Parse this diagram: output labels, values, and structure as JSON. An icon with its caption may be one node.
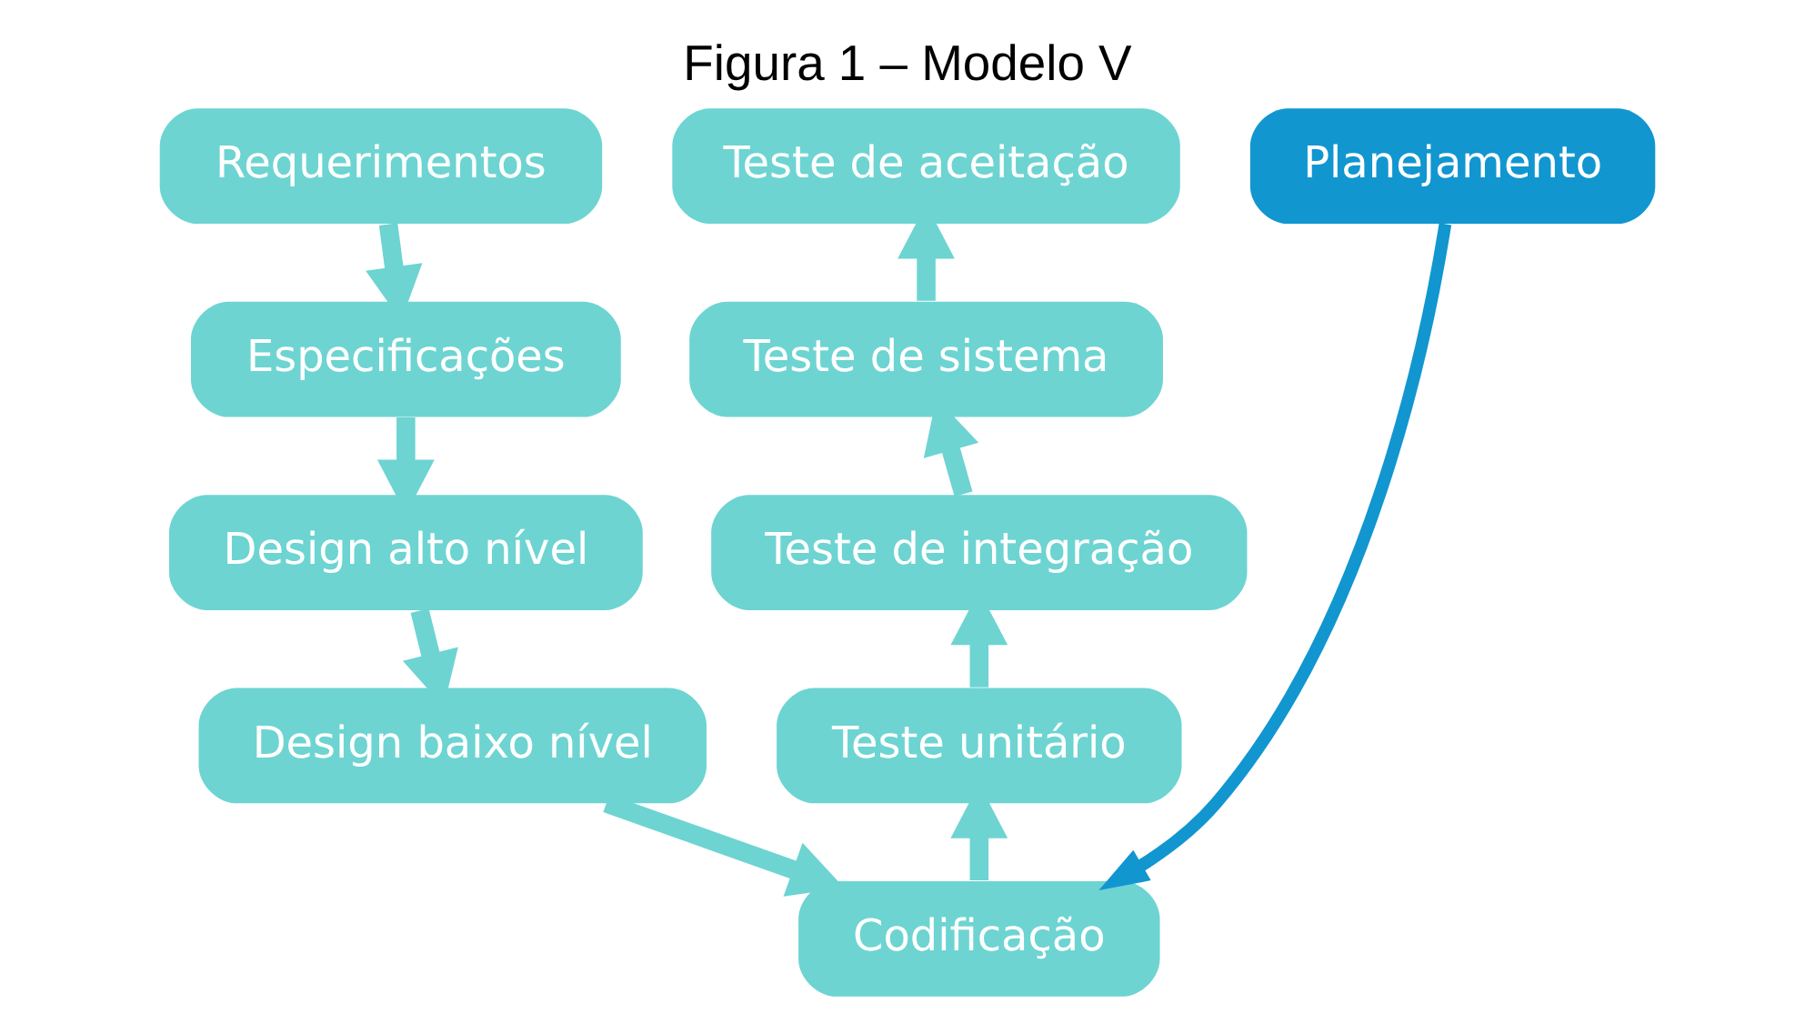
{
  "diagram": {
    "title": "Figura 1 – Modelo V",
    "nodes": [
      {
        "text": [
          "Requerimentos"
        ]
      },
      {
        "text": [
          "Especificações"
        ]
      },
      {
        "text": [
          "Design alto nível"
        ]
      },
      {
        "text": [
          "Design baixo nível"
        ]
      },
      {
        "text": [
          "Codificação"
        ]
      },
      {
        "text": [
          "Teste unitário"
        ]
      },
      {
        "text": [
          "Teste de integração"
        ]
      },
      {
        "text": [
          "Teste de sistema"
        ]
      },
      {
        "text": [
          "Teste de aceitação"
        ]
      },
      {
        "text": [
          "Planejamento"
        ]
      }
    ],
    "edges": [
      {
        "from": 0,
        "to": 1,
        "arrow": "to"
      },
      {
        "from": 1,
        "to": 2,
        "arrow": "to"
      },
      {
        "from": 2,
        "to": 3,
        "arrow": "to"
      },
      {
        "from": 3,
        "to": 4,
        "arrow": "to"
      },
      {
        "from": 4,
        "to": 5,
        "arrow": "to"
      },
      {
        "from": 5,
        "to": 6,
        "arrow": "to"
      },
      {
        "from": 6,
        "to": 7,
        "arrow": "to"
      },
      {
        "from": 7,
        "to": 8,
        "arrow": "to"
      },
      {
        "from": 9,
        "to": 4,
        "arrow": "to",
        "color": "#1196d0"
      }
    ]
  }
}
